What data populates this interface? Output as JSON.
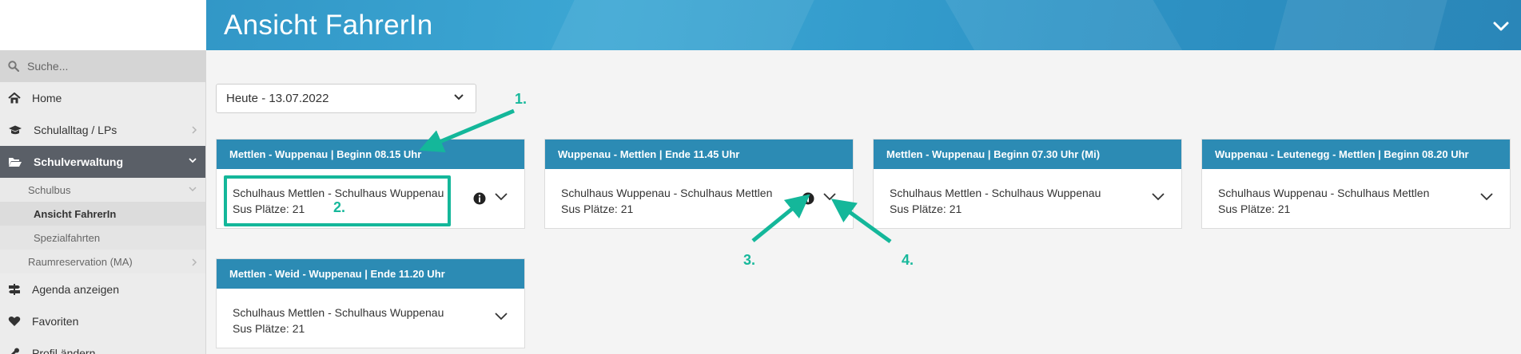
{
  "header": {
    "title": "Ansicht FahrerIn"
  },
  "sidebar": {
    "search_placeholder": "Suche...",
    "items": [
      {
        "label": "Home"
      },
      {
        "label": "Schulalltag / LPs"
      },
      {
        "label": "Schulverwaltung"
      },
      {
        "label": "Schulbus"
      },
      {
        "label": "Ansicht FahrerIn"
      },
      {
        "label": "Spezialfahrten"
      },
      {
        "label": "Raumreservation (MA)"
      },
      {
        "label": "Agenda anzeigen"
      },
      {
        "label": "Favoriten"
      },
      {
        "label": "Profil ändern"
      }
    ]
  },
  "date_select": {
    "value": "Heute - 13.07.2022"
  },
  "cards": [
    {
      "title": "Mettlen - Wuppenau | Beginn 08.15 Uhr",
      "route": "Schulhaus Mettlen - Schulhaus Wuppenau",
      "seats": "Sus Plätze: 21"
    },
    {
      "title": "Wuppenau - Mettlen | Ende 11.45 Uhr",
      "route": "Schulhaus Wuppenau - Schulhaus Mettlen",
      "seats": "Sus Plätze: 21"
    },
    {
      "title": "Mettlen - Wuppenau | Beginn 07.30 Uhr (Mi)",
      "route": "Schulhaus Mettlen - Schulhaus Wuppenau",
      "seats": "Sus Plätze: 21"
    },
    {
      "title": "Wuppenau - Leutenegg - Mettlen | Beginn 08.20 Uhr",
      "route": "Schulhaus Wuppenau - Schulhaus Mettlen",
      "seats": "Sus Plätze: 21"
    },
    {
      "title": "Mettlen - Weid - Wuppenau | Ende 11.20 Uhr",
      "route": "Schulhaus Mettlen - Schulhaus Wuppenau",
      "seats": "Sus Plätze: 21"
    }
  ],
  "annotations": {
    "n1": "1.",
    "n2": "2.",
    "n3": "3.",
    "n4": "4."
  },
  "colors": {
    "accent": "#2c8bb4",
    "annotation": "#14b79a",
    "active_nav": "#5a5f67"
  }
}
